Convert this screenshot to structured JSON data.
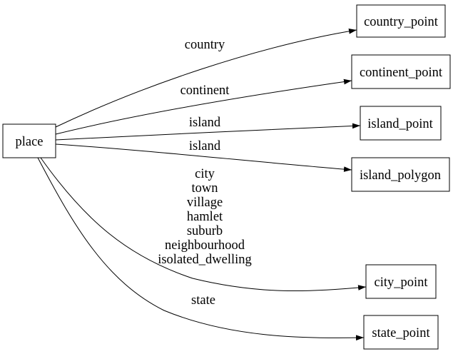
{
  "diagram": {
    "type": "directed-graph",
    "colors": {
      "background": "#ffffff",
      "node_fill": "#ffffff",
      "stroke": "#000000",
      "text": "#000000"
    },
    "nodes": [
      {
        "id": "place",
        "label": "place"
      },
      {
        "id": "country_point",
        "label": "country_point"
      },
      {
        "id": "continent_point",
        "label": "continent_point"
      },
      {
        "id": "island_point",
        "label": "island_point"
      },
      {
        "id": "island_polygon",
        "label": "island_polygon"
      },
      {
        "id": "city_point",
        "label": "city_point"
      },
      {
        "id": "state_point",
        "label": "state_point"
      }
    ],
    "edges": [
      {
        "from": "place",
        "to": "country_point",
        "label": "country"
      },
      {
        "from": "place",
        "to": "continent_point",
        "label": "continent"
      },
      {
        "from": "place",
        "to": "island_point",
        "label": "island"
      },
      {
        "from": "place",
        "to": "island_polygon",
        "label": "island"
      },
      {
        "from": "place",
        "to": "city_point",
        "label_lines": [
          "city",
          "town",
          "village",
          "hamlet",
          "suburb",
          "neighbourhood",
          "isolated_dwelling"
        ]
      },
      {
        "from": "place",
        "to": "state_point",
        "label": "state"
      }
    ]
  }
}
